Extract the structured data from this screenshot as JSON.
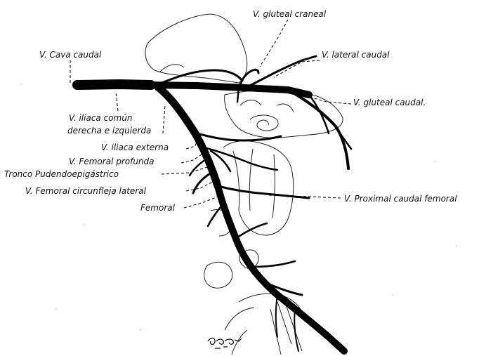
{
  "labels": {
    "gluteal_craneal": "V. gluteal craneal",
    "cava_caudal": "V. Cava caudal",
    "lateral_caudal": "V. lateral caudal",
    "gluteal_caudal": "V. gluteal caudal.",
    "iliaca_comun_1": "V. iliaca común",
    "iliaca_comun_2": "derecha e izquierda",
    "iliaca_externa": "V. iliaca externa",
    "femoral_profunda": "V. Femoral profunda",
    "tronco_pudendo": "Tronco Pudendoepigástrico",
    "femoral_circunfleja": "V. Femoral circunfleja lateral",
    "femoral": "Femoral",
    "proximal_caudal": "V. Proximal caudal femoral"
  },
  "signature": "Gascón 92",
  "colors": {
    "ink": "#000000",
    "background": "#ffffff"
  }
}
